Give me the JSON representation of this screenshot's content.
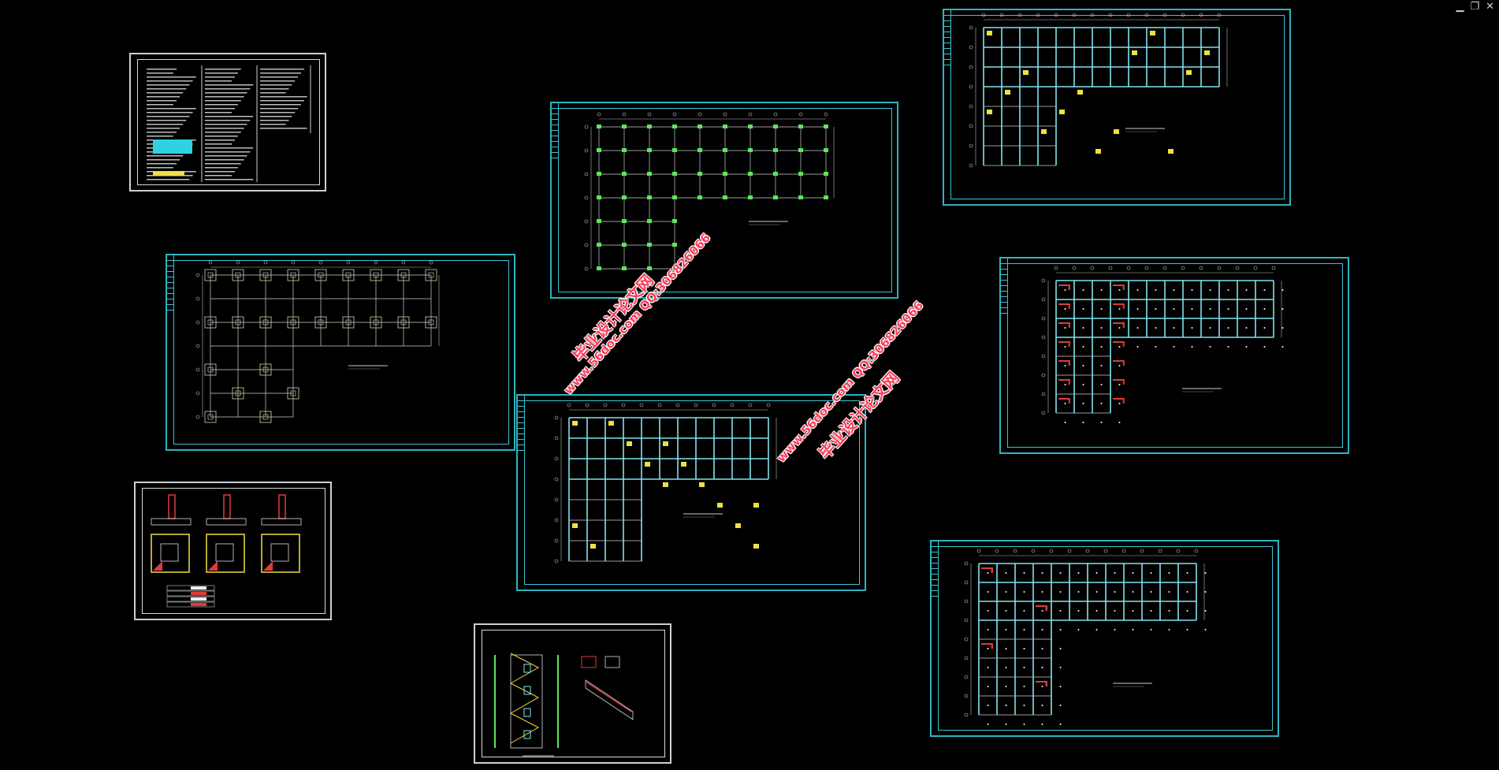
{
  "window": {
    "controls": {
      "minimize": "▁",
      "restore": "❐",
      "close": "✕"
    }
  },
  "colors": {
    "background": "#000000",
    "frame": "#2fb3c0",
    "grid": "#cfcfcf",
    "column_green": "#5ce65c",
    "rebar_red": "#e03a3a",
    "beam_cyan": "#7fe3ee",
    "note_yellow": "#f0e040",
    "watermark": "#ff3d5a"
  },
  "watermarks": [
    {
      "line1": "毕业设计论文网",
      "line2": "www.56doc.com  QQ:306826066"
    },
    {
      "line1": "毕业设计论文网",
      "line2": "www.56doc.com  QQ:306826066"
    }
  ],
  "sheets": [
    {
      "name": "design-notes-sheet"
    },
    {
      "name": "column-layout-plan-sheet"
    },
    {
      "name": "upper-floor-beam-plan-sheet"
    },
    {
      "name": "foundation-plan-sheet"
    },
    {
      "name": "slab-reinforcement-plan-sheet-1"
    },
    {
      "name": "floor-beam-plan-sheet"
    },
    {
      "name": "foundation-detail-sheet"
    },
    {
      "name": "slab-reinforcement-plan-sheet-2"
    },
    {
      "name": "stair-detail-sheet"
    }
  ]
}
